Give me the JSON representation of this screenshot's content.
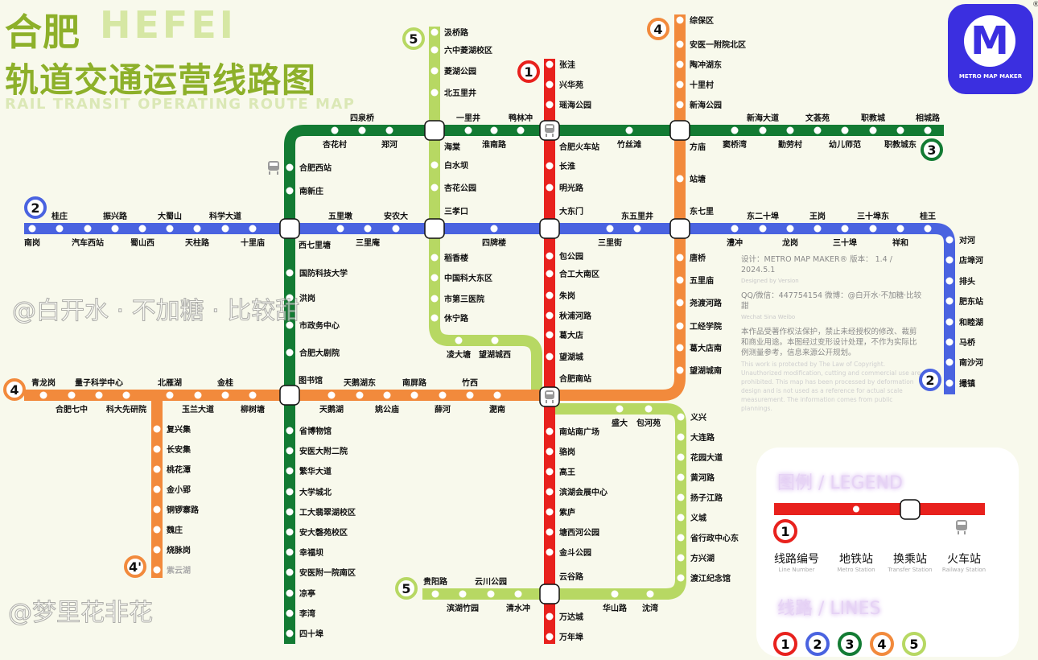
{
  "header": {
    "title_cn_city": "合肥",
    "title_en_city": "HEFEI",
    "title_cn": "轨道交通运营线路图",
    "title_en": "RAIL TRANSIT OPERATING ROUTE MAP"
  },
  "logo": {
    "letter": "M",
    "text": "METRO MAP MAKER",
    "mark": "®",
    "color": "#3b2fe0"
  },
  "colors": {
    "background": "#f8f9ec",
    "line1": "#e8211d",
    "line2": "#4a63e0",
    "line3": "#137b33",
    "line4": "#f28a3c",
    "line5": "#b7d863",
    "railway_icon": "#9a9a9a"
  },
  "badges": {
    "l1": "1",
    "l2": "2",
    "l3": "3",
    "l4": "4",
    "l4b": "4'",
    "l5": "5"
  },
  "lines": [
    {
      "id": "1",
      "color": "#e8211d",
      "stations": [
        "张洼",
        "兴华苑",
        "瑶海公园",
        "长淮",
        "明光路",
        "包公园",
        "合工大南区",
        "朱岗",
        "秋浦河路",
        "葛大店",
        "望湖城",
        "南站南广场",
        "骆岗",
        "高王",
        "滨湖会展中心",
        "紫庐",
        "塘西河公园",
        "金斗公园",
        "万达城",
        "万年埠"
      ]
    },
    {
      "id": "2",
      "color": "#4a63e0",
      "stations": [
        "南岗",
        "桂庄",
        "汽车西站",
        "振兴路",
        "蜀山西",
        "大蜀山",
        "天柱路",
        "科学大道",
        "十里庙",
        "五里墩",
        "三里庵",
        "安农大",
        "四牌楼",
        "三里街",
        "东五里井",
        "澧冲",
        "东二十埠",
        "龙岗",
        "王岗",
        "三十埠",
        "三十埠东",
        "祥和",
        "桂王",
        "对河",
        "店埠河",
        "排头",
        "肥东站",
        "和睦湖",
        "马桥",
        "南沙河",
        "撮镇"
      ]
    },
    {
      "id": "3",
      "color": "#137b33",
      "stations": [
        "杏花村",
        "四泉桥",
        "郑河",
        "一里井",
        "淮南路",
        "鸭林冲",
        "竹丝滩",
        "窦桥湾",
        "新海大道",
        "勤劳村",
        "文荟苑",
        "幼儿师范",
        "职教城",
        "职教城东",
        "相城路",
        "合肥西站",
        "南新庄",
        "国防科技大学",
        "洪岗",
        "市政务中心",
        "合肥大剧院",
        "省博物馆",
        "安医大附二院",
        "繁华大道",
        "大学城北",
        "工大翡翠湖校区",
        "安大磬苑校区",
        "幸福坝",
        "安医附一院南区",
        "凉亭",
        "李湾",
        "四十埠"
      ]
    },
    {
      "id": "4",
      "color": "#f28a3c",
      "stations": [
        "综保区",
        "安医一附院北区",
        "陶冲湖东",
        "十里村",
        "新海公园",
        "站塘",
        "唐桥",
        "五里庙",
        "尧渡河路",
        "工经学院",
        "葛大店南",
        "望湖城南",
        "青龙岗",
        "合肥七中",
        "量子科学中心",
        "科大先研院",
        "北雁湖",
        "玉兰大道",
        "金桂",
        "柳树塘",
        "天鹅湖",
        "天鹅湖东",
        "姚公庙",
        "南屏路",
        "薛河",
        "竹西",
        "淝南"
      ]
    },
    {
      "id": "4'",
      "color": "#f28a3c",
      "stations": [
        "复兴集",
        "长安集",
        "桃花潭",
        "金小郢",
        "铜锣寨路",
        "魏庄",
        "烧脉岗",
        "紫云湖"
      ]
    },
    {
      "id": "5",
      "color": "#b7d863",
      "stations": [
        "汲桥路",
        "六中菱湖校区",
        "菱湖公园",
        "北五里井",
        "白水坝",
        "杏花公园",
        "稻香楼",
        "中国科大东区",
        "市第三医院",
        "休宁路",
        "凌大塘",
        "望湖城西",
        "盛大",
        "包河苑",
        "义兴",
        "大连路",
        "花园大道",
        "黄河路",
        "扬子江路",
        "义城",
        "省行政中心东",
        "方兴湖",
        "渡江纪念馆",
        "贵阳路",
        "滨湖竹园",
        "云川公园",
        "清水冲",
        "华山路",
        "沈湾"
      ]
    }
  ],
  "transfers": [
    "海棠",
    "合肥火车站",
    "方庙",
    "西七里塘",
    "三孝口",
    "大东门",
    "东七里",
    "图书馆",
    "合肥南站",
    "云谷路"
  ],
  "info": {
    "designer_line": "设计：METRO MAP MAKER®  版本： 1.4 / 2024.5.1",
    "designer_sub": "Designed by                                   Version",
    "contact_line": "QQ/微信：447754154  微博：@白开水·不加糖·比较甜",
    "contact_sub": "Wechat                         Sina Weibo",
    "notice_cn": "本作品受著作权法保护，禁止未经授权的修改、裁剪和商业用途。本图经过变形设计处理，不作为实际比例测量参考，信息来源公开规划。",
    "notice_en": "This work is protected by The Law of Copyright. Unauthorized modification, cutting and commercial use are prohibited. This map has been processed by deformation design and is not used as a reference for actual scale measurement. The information comes from public plannings."
  },
  "watermarks": {
    "center": "@白开水 · 不加糖 · 比较甜",
    "bottom": "@梦里花非花"
  },
  "legend": {
    "title": "图例 / LEGEND",
    "title2": "线路 / LINES",
    "items": [
      {
        "cn": "线路编号",
        "en": "Line Number"
      },
      {
        "cn": "地铁站",
        "en": "Metro Station"
      },
      {
        "cn": "换乘站",
        "en": "Transfer Station"
      },
      {
        "cn": "火车站",
        "en": "Railway Station"
      }
    ],
    "sample_badge": "1",
    "line_badges": [
      "1",
      "2",
      "3",
      "4",
      "5"
    ]
  }
}
